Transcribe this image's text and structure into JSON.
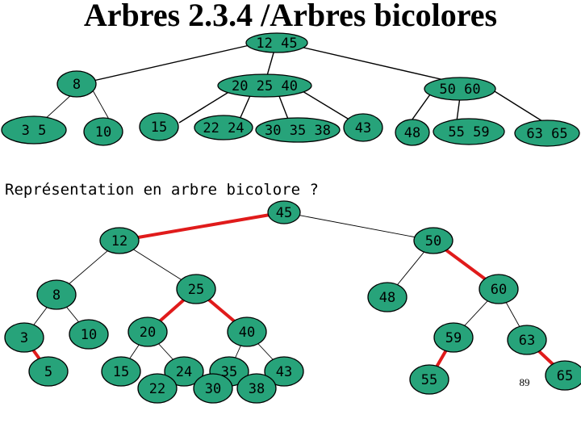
{
  "title": "Arbres 2.3.4 /Arbres bicolores",
  "question": "Représentation en arbre bicolore ?",
  "page_number": "89",
  "colors": {
    "node_fill": "#27a37a",
    "red_link": "#e01b1b",
    "black_link": "#000000"
  },
  "tree234": {
    "nodes": [
      {
        "id": "n12_45",
        "label": "12 45"
      },
      {
        "id": "n8",
        "label": "8"
      },
      {
        "id": "n20_25_40",
        "label": "20 25 40"
      },
      {
        "id": "n50_60",
        "label": "50 60"
      },
      {
        "id": "n3_5",
        "label": "3 5"
      },
      {
        "id": "n10",
        "label": "10"
      },
      {
        "id": "n15",
        "label": "15"
      },
      {
        "id": "n22_24",
        "label": "22 24"
      },
      {
        "id": "n30_35_38",
        "label": "30 35 38"
      },
      {
        "id": "n43",
        "label": "43"
      },
      {
        "id": "n48",
        "label": "48"
      },
      {
        "id": "n55_59",
        "label": "55 59"
      },
      {
        "id": "n63_65",
        "label": "63 65"
      }
    ]
  },
  "redblack": {
    "nodes": [
      {
        "id": "r45",
        "label": "45"
      },
      {
        "id": "r12",
        "label": "12"
      },
      {
        "id": "r50",
        "label": "50"
      },
      {
        "id": "r8",
        "label": "8"
      },
      {
        "id": "r25",
        "label": "25"
      },
      {
        "id": "r48",
        "label": "48"
      },
      {
        "id": "r60",
        "label": "60"
      },
      {
        "id": "r3",
        "label": "3"
      },
      {
        "id": "r10",
        "label": "10"
      },
      {
        "id": "r20",
        "label": "20"
      },
      {
        "id": "r40",
        "label": "40"
      },
      {
        "id": "r59",
        "label": "59"
      },
      {
        "id": "r63",
        "label": "63"
      },
      {
        "id": "r5",
        "label": "5"
      },
      {
        "id": "r15",
        "label": "15"
      },
      {
        "id": "r24",
        "label": "24"
      },
      {
        "id": "r35",
        "label": "35"
      },
      {
        "id": "r43",
        "label": "43"
      },
      {
        "id": "r55",
        "label": "55"
      },
      {
        "id": "r65",
        "label": "65"
      },
      {
        "id": "r22",
        "label": "22"
      },
      {
        "id": "r30",
        "label": "30"
      },
      {
        "id": "r38",
        "label": "38"
      }
    ],
    "edges": [
      {
        "from": "r45",
        "to": "r12",
        "color": "red"
      },
      {
        "from": "r45",
        "to": "r50",
        "color": "black"
      },
      {
        "from": "r12",
        "to": "r8",
        "color": "black"
      },
      {
        "from": "r12",
        "to": "r25",
        "color": "black"
      },
      {
        "from": "r50",
        "to": "r48",
        "color": "black"
      },
      {
        "from": "r50",
        "to": "r60",
        "color": "red"
      },
      {
        "from": "r8",
        "to": "r3",
        "color": "black"
      },
      {
        "from": "r8",
        "to": "r10",
        "color": "black"
      },
      {
        "from": "r25",
        "to": "r20",
        "color": "red"
      },
      {
        "from": "r25",
        "to": "r40",
        "color": "red"
      },
      {
        "from": "r60",
        "to": "r59",
        "color": "black"
      },
      {
        "from": "r60",
        "to": "r63",
        "color": "black"
      },
      {
        "from": "r3",
        "to": "r5",
        "color": "red"
      },
      {
        "from": "r20",
        "to": "r15",
        "color": "black"
      },
      {
        "from": "r20",
        "to": "r24",
        "color": "black"
      },
      {
        "from": "r40",
        "to": "r35",
        "color": "black"
      },
      {
        "from": "r40",
        "to": "r43",
        "color": "black"
      },
      {
        "from": "r59",
        "to": "r55",
        "color": "red"
      },
      {
        "from": "r63",
        "to": "r65",
        "color": "red"
      },
      {
        "from": "r24",
        "to": "r22",
        "color": "red"
      },
      {
        "from": "r35",
        "to": "r30",
        "color": "red"
      },
      {
        "from": "r35",
        "to": "r38",
        "color": "red"
      }
    ]
  }
}
